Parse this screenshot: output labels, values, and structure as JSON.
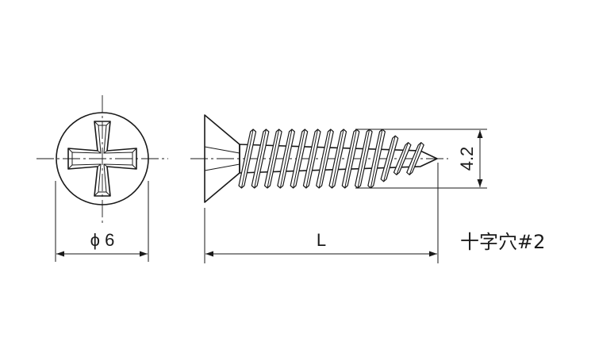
{
  "dimensions": {
    "head_diameter_label": "ϕ 6",
    "length_label": "L",
    "thread_diameter_label": "4.2"
  },
  "note": {
    "drive_type": "十字穴#2"
  },
  "screw": {
    "thread_turns": 14
  },
  "colors": {
    "line": "#1a1a1a",
    "background": "#ffffff"
  }
}
